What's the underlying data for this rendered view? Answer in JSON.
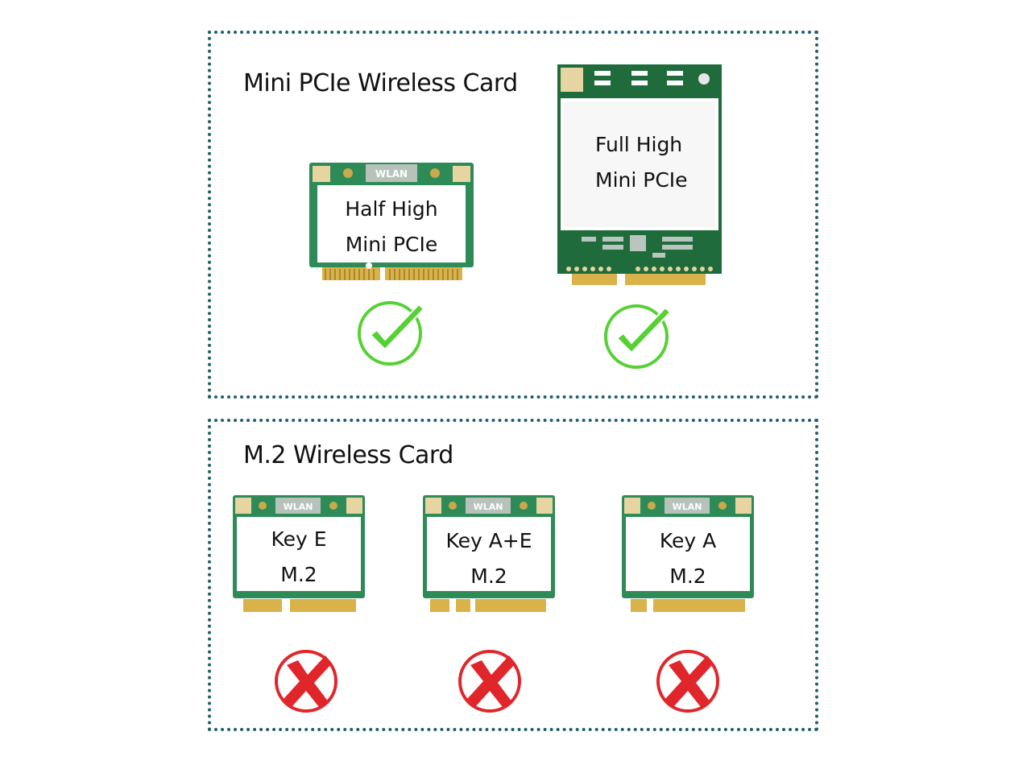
{
  "sections": {
    "mini_pcie": {
      "title": "Mini PCIe Wireless Card",
      "cards": [
        {
          "line1": "Half High",
          "line2": "Mini PCIe",
          "chip": "WLAN",
          "status": "check"
        },
        {
          "line1": "Full High",
          "line2": "Mini PCIe",
          "status": "check"
        }
      ]
    },
    "m2": {
      "title": "M.2 Wireless Card",
      "cards": [
        {
          "line1": "Key E",
          "line2": "M.2",
          "chip": "WLAN",
          "status": "cross"
        },
        {
          "line1": "Key A+E",
          "line2": "M.2",
          "chip": "WLAN",
          "status": "cross"
        },
        {
          "line1": "Key A",
          "line2": "M.2",
          "chip": "WLAN",
          "status": "cross"
        }
      ]
    }
  },
  "colors": {
    "border": "#1f5f6e",
    "pcb": "#2e8b57",
    "pcb_dark": "#1f6b3c",
    "gold": "#d9b24a",
    "check": "#55d133",
    "cross": "#e0262b"
  }
}
